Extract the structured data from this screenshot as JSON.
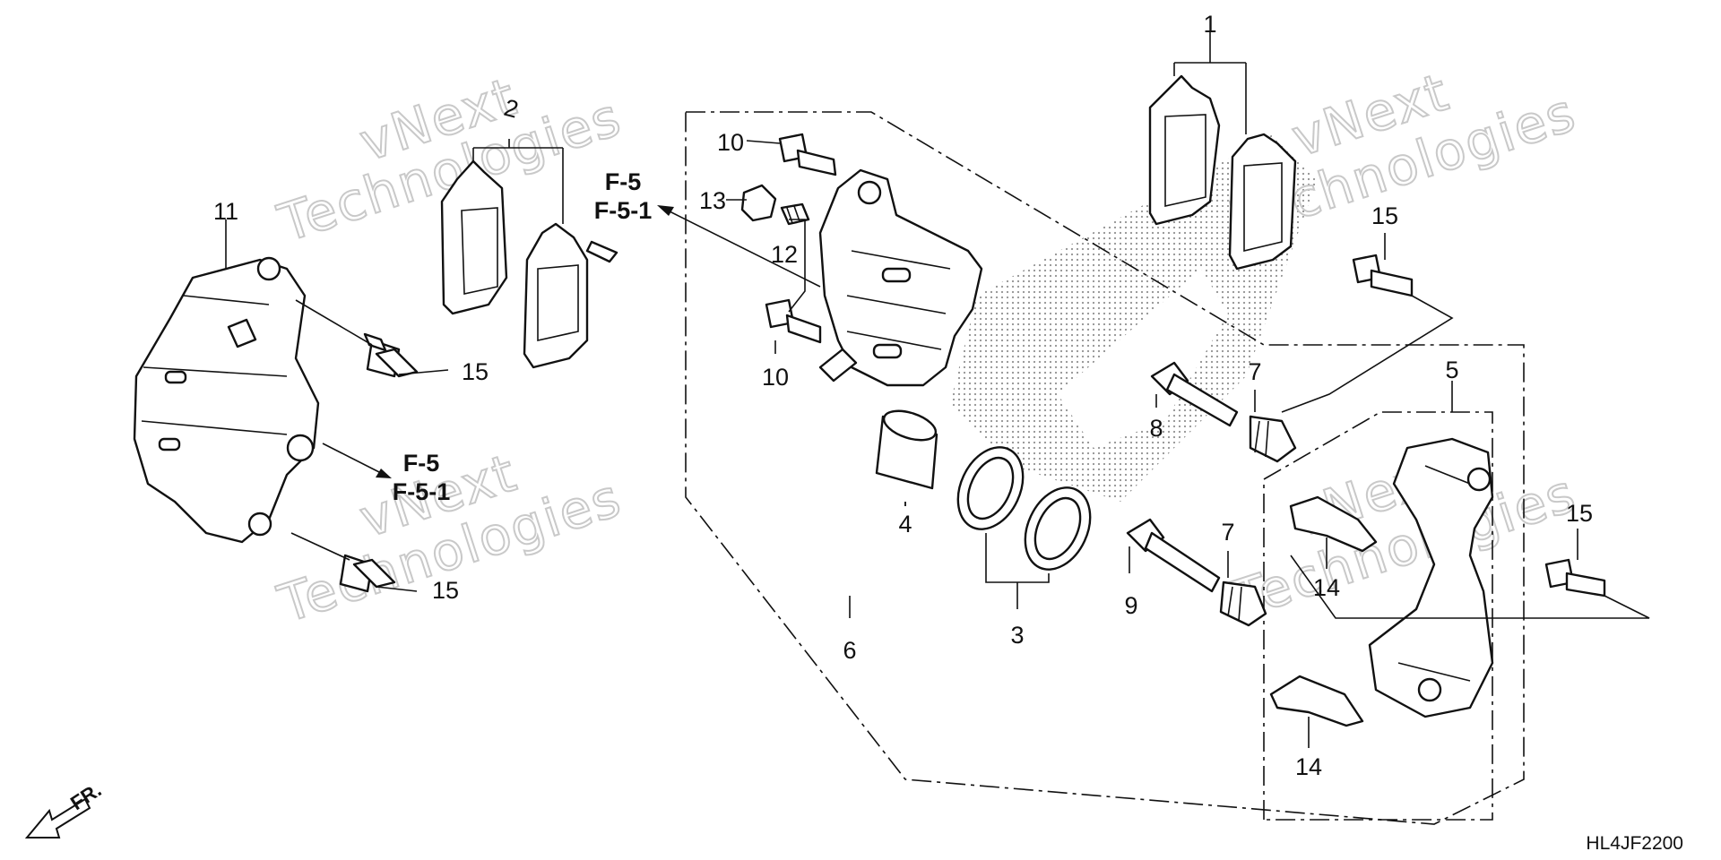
{
  "diagram": {
    "code": "HL4JF2200",
    "front_marker": "FR.",
    "watermark": {
      "line1": "vNext",
      "line2": "Technologies"
    },
    "references": [
      {
        "line1": "F-5",
        "line2": "F-5-1"
      },
      {
        "line1": "F-5",
        "line2": "F-5-1"
      }
    ],
    "callouts": [
      "1",
      "2",
      "3",
      "4",
      "5",
      "6",
      "7",
      "7",
      "8",
      "9",
      "10",
      "10",
      "11",
      "12",
      "13",
      "14",
      "14",
      "15",
      "15",
      "15",
      "15"
    ],
    "colors": {
      "ink": "#111111",
      "watermark": "#c9c9c9",
      "stipple": "#555555",
      "background": "#ffffff"
    }
  }
}
